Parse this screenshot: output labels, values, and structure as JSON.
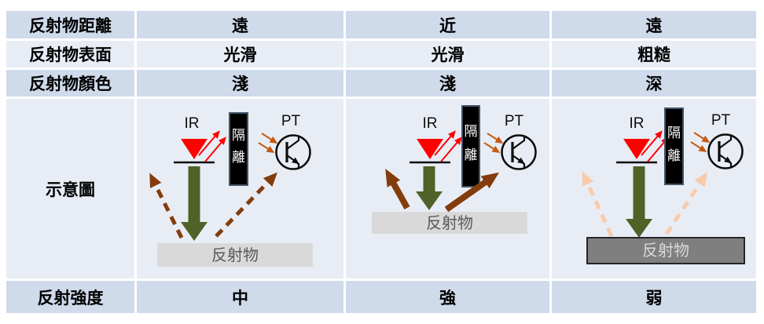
{
  "colors": {
    "background": "#FFFFFF",
    "band_dark": "#CFDAEB",
    "band_light": "#E8EDF5",
    "table_text": "#000000"
  },
  "table": {
    "rows": [
      {
        "label": "反射物距離",
        "values": [
          "遠",
          "近",
          "遠"
        ]
      },
      {
        "label": "反射物表面",
        "values": [
          "光滑",
          "光滑",
          "粗糙"
        ]
      },
      {
        "label": "反射物顏色",
        "values": [
          "淺",
          "淺",
          "深"
        ]
      },
      {
        "label": "示意圖",
        "values": []
      },
      {
        "label": "反射強度",
        "values": [
          "中",
          "強",
          "弱"
        ]
      }
    ]
  },
  "diagram": {
    "ir_label": "IR",
    "pt_label": "PT",
    "barrier_chars": [
      "隔",
      "離"
    ],
    "reflector_label": "反射物",
    "colors": {
      "led": "#FF0000",
      "emission_arrow": "#FF0000",
      "received_arrow": "#C55A11",
      "beam": "#4F6228",
      "barrier_fill": "#000000",
      "barrier_border": "#44546A",
      "barrier_text": "#FFFFFF",
      "symbol_ink": "#0D0D0D"
    },
    "variants": [
      {
        "reflection": "dashed-medium",
        "reflection_arrow_color": "#843C0C",
        "reflector_fill": "#D9D9D9",
        "reflector_text_color": "#595959"
      },
      {
        "reflection": "solid-strong",
        "reflection_arrow_color": "#843C0C",
        "reflector_fill": "#D9D9D9",
        "reflector_text_color": "#595959"
      },
      {
        "reflection": "dashed-weak",
        "reflection_arrow_color": "#F8CBAD",
        "reflector_fill": "#7F7F7F",
        "reflector_text_color": "#D9D9D9",
        "reflector_border": "#262626"
      }
    ]
  }
}
